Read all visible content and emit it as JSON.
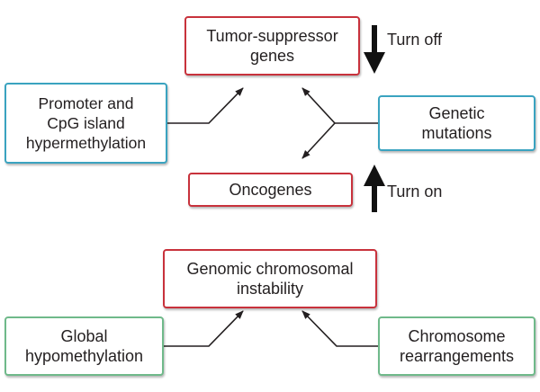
{
  "colors": {
    "gene_box_border": "#c8323c",
    "mechanism_box_border": "#3aa3c0",
    "global_box_border": "#6fb98a",
    "connector": "#231f20",
    "direction_arrow": "#111111"
  },
  "nodes": {
    "tumor_suppressor": "Tumor-suppressor\ngenes",
    "oncogenes": "Oncogenes",
    "promoter_hypermethylation": "Promoter and\nCpG island\nhypermethylation",
    "genetic_mutations": "Genetic\nmutations",
    "genomic_instability": "Genomic chromosomal\ninstability",
    "global_hypomethylation": "Global\nhypomethylation",
    "chromosome_rearrangements": "Chromosome\nrearrangements"
  },
  "direction_labels": {
    "turn_off": "Turn off",
    "turn_on": "Turn on"
  },
  "direction_icons": {
    "turn_off": "down-arrow-icon",
    "turn_on": "up-arrow-icon"
  }
}
